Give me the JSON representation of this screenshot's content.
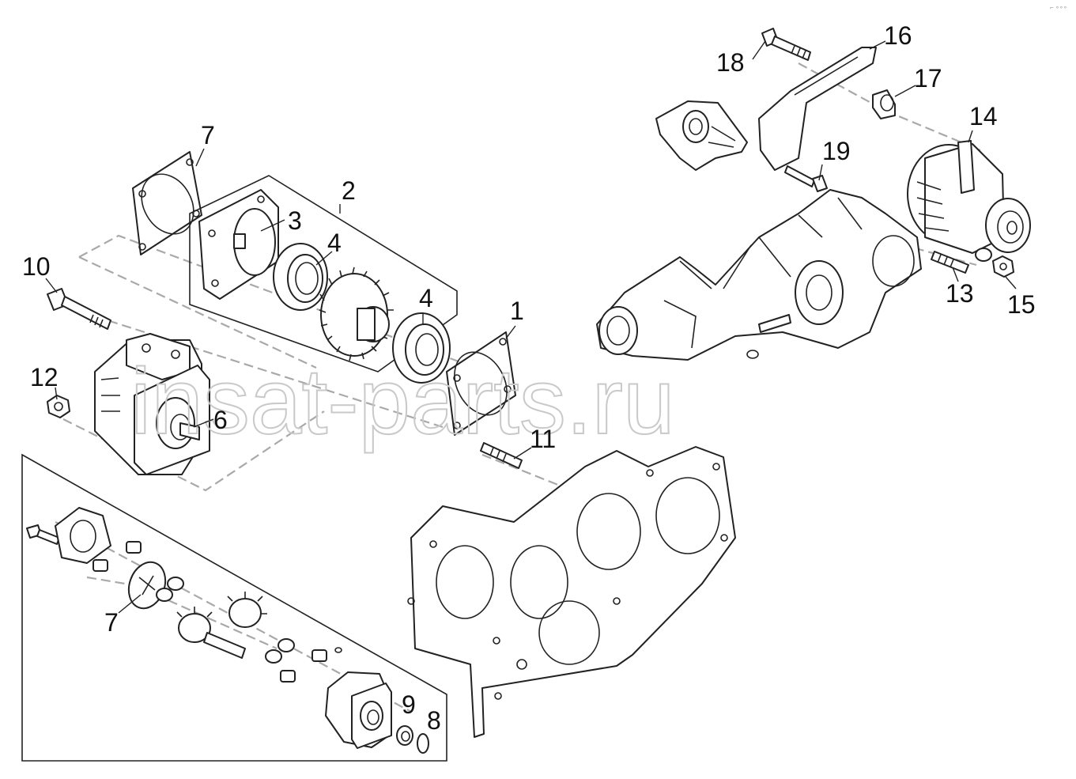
{
  "watermark": "insat-parts.ru",
  "corner_mark": "⌐ ∘∘∘",
  "callouts": [
    {
      "id": "c1",
      "text": "1"
    },
    {
      "id": "c2",
      "text": "2"
    },
    {
      "id": "c3",
      "text": "3"
    },
    {
      "id": "c4a",
      "text": "4"
    },
    {
      "id": "c4b",
      "text": "4"
    },
    {
      "id": "c6",
      "text": "6"
    },
    {
      "id": "c7a",
      "text": "7"
    },
    {
      "id": "c7b",
      "text": "7"
    },
    {
      "id": "c8",
      "text": "8"
    },
    {
      "id": "c9",
      "text": "9"
    },
    {
      "id": "c10",
      "text": "10"
    },
    {
      "id": "c11",
      "text": "11"
    },
    {
      "id": "c12",
      "text": "12"
    },
    {
      "id": "c13",
      "text": "13"
    },
    {
      "id": "c14",
      "text": "14"
    },
    {
      "id": "c15",
      "text": "15"
    },
    {
      "id": "c16",
      "text": "16"
    },
    {
      "id": "c17",
      "text": "17"
    },
    {
      "id": "c18",
      "text": "18"
    },
    {
      "id": "c19",
      "text": "19"
    }
  ]
}
